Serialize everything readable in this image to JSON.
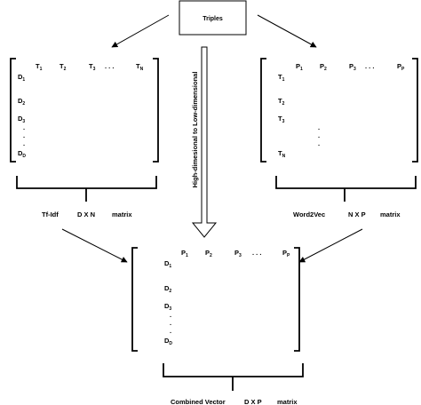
{
  "triples_box": {
    "label": "Triples"
  },
  "center_arrow": {
    "label": "High-dimesional to Low-dimensional"
  },
  "left_matrix": {
    "cols": [
      "T",
      "T",
      "T",
      ". . .",
      "T"
    ],
    "cols_sub": [
      "1",
      "2",
      "3",
      "",
      "N"
    ],
    "rows": [
      "D",
      "D",
      "D",
      "D"
    ],
    "rows_sub": [
      "1",
      "2",
      "3",
      "D"
    ],
    "dots": ".",
    "caption": {
      "name": "Tf-Idf",
      "dims": "D X N",
      "suffix": "matrix"
    }
  },
  "right_matrix": {
    "cols": [
      "P",
      "P",
      "P",
      ". . .",
      "P"
    ],
    "cols_sub": [
      "1",
      "2",
      "3",
      "",
      "P"
    ],
    "rows": [
      "T",
      "T",
      "T",
      "T"
    ],
    "rows_sub": [
      "1",
      "2",
      "3",
      "N"
    ],
    "dots": ".",
    "caption": {
      "name": "Word2Vec",
      "dims": "N X P",
      "suffix": "matrix"
    }
  },
  "bottom_matrix": {
    "cols": [
      "P",
      "P",
      "P",
      ". . .",
      "P"
    ],
    "cols_sub": [
      "1",
      "2",
      "3",
      "",
      "P"
    ],
    "rows": [
      "D",
      "D",
      "D",
      "D"
    ],
    "rows_sub": [
      "1",
      "2",
      "3",
      "D"
    ],
    "dots": ".",
    "caption": {
      "name": "Combined Vector",
      "dims": "D X P",
      "suffix": "matrix"
    }
  }
}
